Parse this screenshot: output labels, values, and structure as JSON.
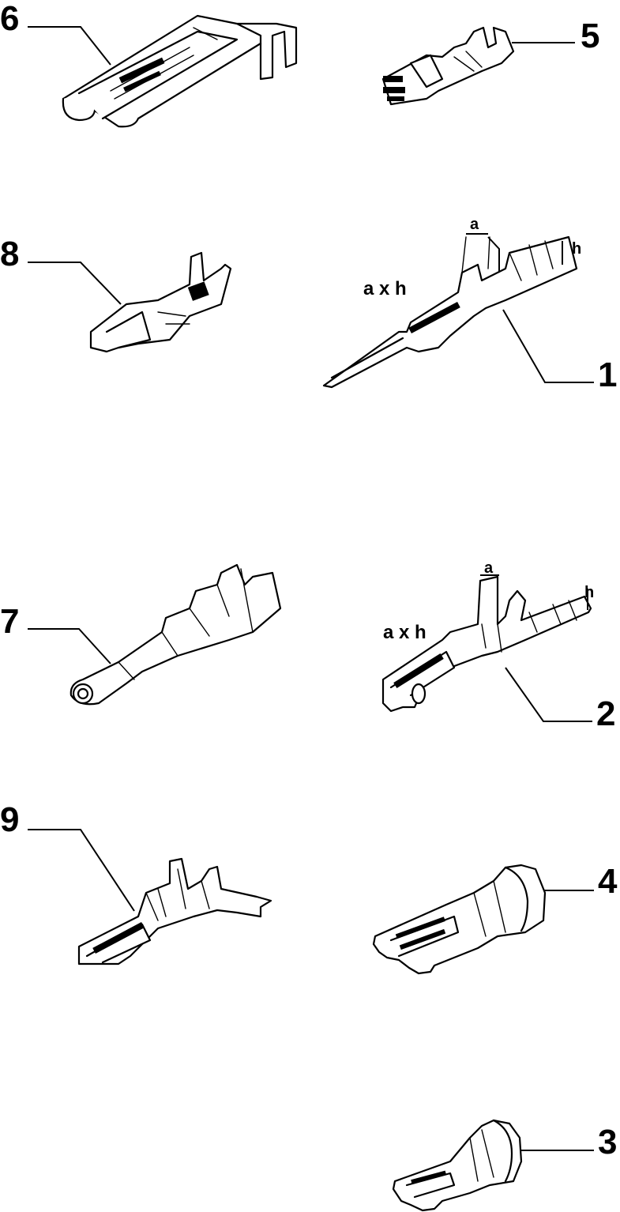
{
  "callouts": [
    "6",
    "5",
    "8",
    "1",
    "7",
    "2",
    "9",
    "4",
    "3"
  ],
  "dimension_labels": {
    "terminal_1": {
      "size": "a x h",
      "width": "a",
      "height": "h"
    },
    "terminal_2": {
      "size": "a x h",
      "width": "a",
      "height": "h"
    }
  }
}
